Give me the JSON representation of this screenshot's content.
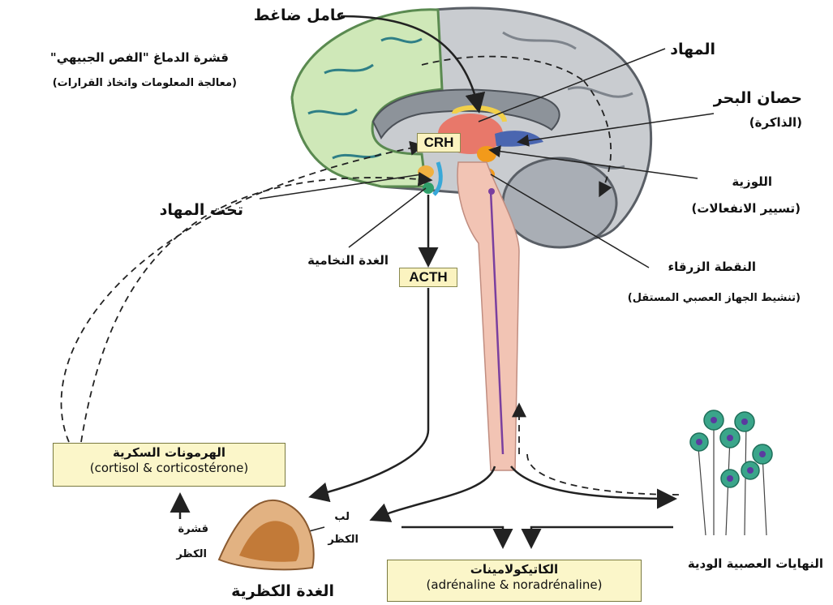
{
  "labels": {
    "stressor": "عامل ضاغط",
    "cortex": "قشرة الدماغ \"الفص الجبيهي\"",
    "cortex_note": "(معالجة المعلومات واتخاذ القرارات)",
    "thalamus": "المهاد",
    "hippocampus": "حصان البحر",
    "hippocampus_note": "(الذاكرة)",
    "amygdala": "اللوزية",
    "amygdala_note": "(تسيير الانفعالات)",
    "locus": "النقطة الزرقاء",
    "locus_note": "(تنشيط الجهاز العصبي المستقل)",
    "hypothalamus": "تحت المهاد",
    "pituitary": "الغدة النخامية",
    "adrenal_cortex_1": "قشرة",
    "adrenal_cortex_2": "الكظر",
    "adrenal_medulla_1": "لب",
    "adrenal_medulla_2": "الكظر",
    "adrenal_gland": "الغدة الكظرية",
    "sympathetic_endings": "النهايات العصبية الودية"
  },
  "tags": {
    "crh": "CRH",
    "acth": "ACTH"
  },
  "boxes": {
    "corticoids_ar": "الهرمونات السكرية",
    "corticoids_en": "(cortisol & corticostérone)",
    "catechol_ar": "الكاتيكولامينات",
    "catechol_en": "(adrénaline & noradrénaline)"
  },
  "colors": {
    "frontal_lobe": "#cfe8b8",
    "brain_gray": "#c9ccd0",
    "brainstem": "#f2c4b4",
    "thalamus": "#e8786a",
    "hippocampus": "#4a66b0",
    "amygdala": "#f29a1a",
    "adrenal": "#d89a5a",
    "neurons": "#3aa58a"
  }
}
